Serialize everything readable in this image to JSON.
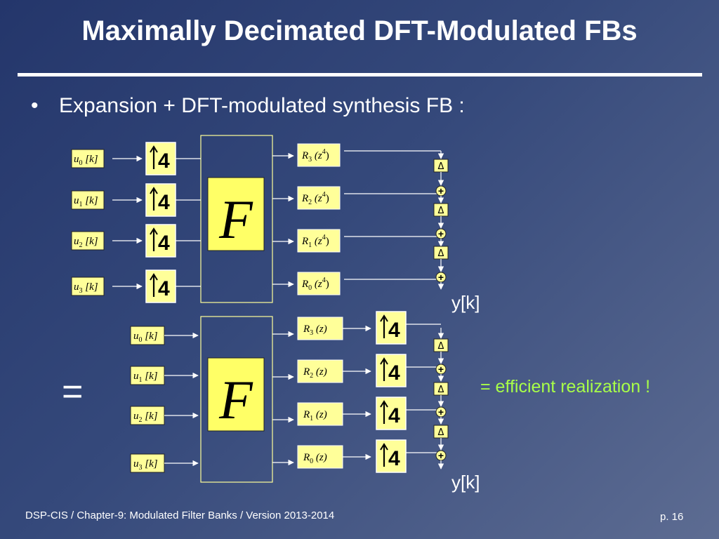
{
  "title": "Maximally Decimated DFT-Modulated FBs",
  "bullet": "Expansion + DFT-modulated synthesis FB :",
  "bullet_symbol": "•",
  "equals_sign": "=",
  "note": "= efficient realization !",
  "footer": {
    "left": "DSP-CIS  /  Chapter-9: Modulated Filter Banks  /  Version 2013-2014",
    "right": "p. 16"
  },
  "colors": {
    "box_fill": "#ffff99",
    "f_fill": "#ffff66",
    "line": "#ffffff",
    "note": "#a8ff48"
  },
  "diagram": {
    "upsample_factor": "4",
    "dft_matrix": "F",
    "delay": "Δ",
    "adder": "+",
    "output": "y[k]",
    "inputs": [
      {
        "base": "u",
        "sub": "0",
        "arg": "[k]"
      },
      {
        "base": "u",
        "sub": "1",
        "arg": "[k]"
      },
      {
        "base": "u",
        "sub": "2",
        "arg": "[k]"
      },
      {
        "base": "u",
        "sub": "3",
        "arg": "[k]"
      }
    ],
    "top_filters": [
      {
        "base": "R",
        "sub": "3",
        "arg": "(z",
        "sup": "4",
        "close": ")"
      },
      {
        "base": "R",
        "sub": "2",
        "arg": "(z",
        "sup": "4",
        "close": ")"
      },
      {
        "base": "R",
        "sub": "1",
        "arg": "(z",
        "sup": "4",
        "close": ")"
      },
      {
        "base": "R",
        "sub": "0",
        "arg": "(z",
        "sup": "4",
        "close": ")"
      }
    ],
    "bottom_filters": [
      {
        "base": "R",
        "sub": "3",
        "arg": "(z)"
      },
      {
        "base": "R",
        "sub": "2",
        "arg": "(z)"
      },
      {
        "base": "R",
        "sub": "1",
        "arg": "(z)"
      },
      {
        "base": "R",
        "sub": "0",
        "arg": "(z)"
      }
    ]
  }
}
